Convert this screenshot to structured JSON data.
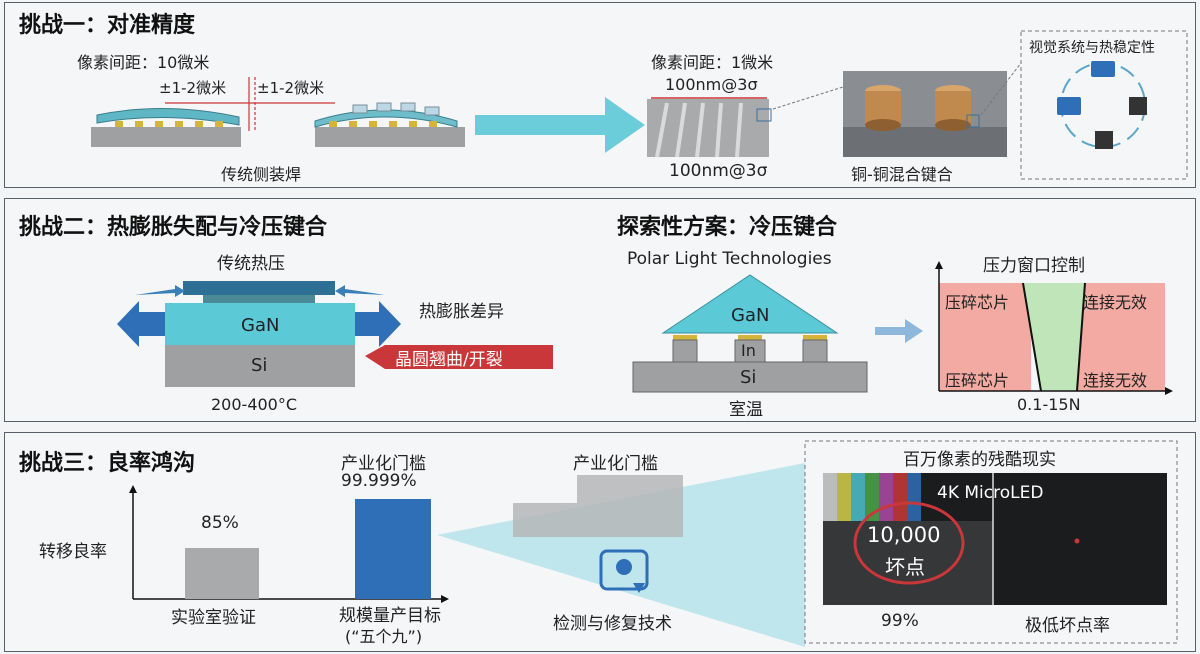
{
  "panel1": {
    "title": "挑战一：对准精度",
    "pitch_left": "像素间距：10微米",
    "tol_a": "±1-2微米",
    "tol_b": "±1-2微米",
    "caption_left": "传统侧装焊",
    "pitch_right": "像素间距：1微米",
    "measure_top": "100nm@3σ",
    "measure_bottom": "100nm@3σ",
    "caption_cu": "铜-铜混合键合",
    "vision_title": "视觉系统与热稳定性"
  },
  "panel2": {
    "title": "挑战二：热膨胀失配与冷压键合",
    "hot_title": "传统热压",
    "gan": "GaN",
    "si": "Si",
    "temp": "200-400°C",
    "mismatch": "热膨胀差异",
    "warp": "晶圆翘曲/开裂",
    "explore_title": "探索性方案：冷压键合",
    "company": "Polar Light Technologies",
    "gan2": "GaN",
    "in": "In",
    "si2": "Si",
    "room_temp": "室温",
    "window_title": "压力窗口控制",
    "crush_top": "压碎芯片",
    "crush_bottom": "压碎芯片",
    "invalid_top": "连接无效",
    "invalid_bottom": "连接无效",
    "force_range": "0.1-15N"
  },
  "panel3": {
    "title": "挑战三：良率鸿沟",
    "y_label": "转移良率",
    "threshold_title": "产业化门槛",
    "threshold_value": "99.999%",
    "bar1_value": "85%",
    "bar1_label": "实验室验证",
    "bar2_label_1": "规模量产目标",
    "bar2_label_2": "(“五个九”)",
    "threshold_title_2": "产业化门槛",
    "repair": "检测与修复技术",
    "reality_title": "百万像素的残酷现实",
    "screen_title": "4K MicroLED",
    "defect_count": "10,000",
    "defect_unit": "坏点",
    "pct_99": "99%",
    "low_defect": "极低坏点率"
  },
  "chart_data": {
    "type": "bar",
    "categories": [
      "实验室验证",
      "规模量产目标"
    ],
    "values": [
      85,
      99.999
    ],
    "ylabel": "转移良率"
  },
  "colors": {
    "teal": "#4ec3cf",
    "blue": "#2e6fb8",
    "red": "#c9373a",
    "pink": "#f2aaa2",
    "green": "#bfe5b8",
    "gray": "#a8aaac"
  }
}
